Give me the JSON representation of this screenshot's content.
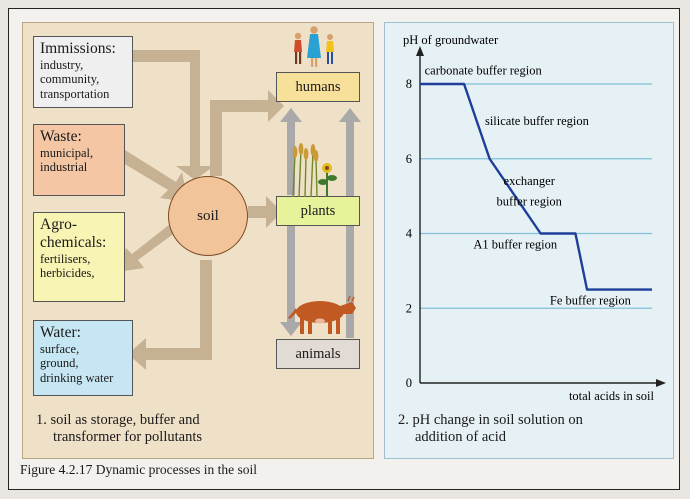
{
  "left_panel": {
    "boxes": {
      "immissions": {
        "title": "Immissions:",
        "lines": [
          "industry,",
          "community,",
          "transportation"
        ],
        "color": "#efeff0"
      },
      "waste": {
        "title": "Waste:",
        "lines": [
          "municipal,",
          "industrial"
        ],
        "color": "#f4c6a4"
      },
      "agro": {
        "title_lines": [
          "Agro-",
          "chemicals:"
        ],
        "lines": [
          "fertilisers,",
          "herbicides,"
        ],
        "color": "#f8f4b3"
      },
      "water": {
        "title": "Water:",
        "lines": [
          "surface,",
          "ground,",
          "drinking water"
        ],
        "color": "#c6e6f3"
      }
    },
    "soil_label": "soil",
    "targets": {
      "humans": "humans",
      "plants": "plants",
      "animals": "animals"
    },
    "caption_lines": [
      "1. soil as storage, buffer and",
      "transformer for pollutants"
    ]
  },
  "right_panel": {
    "caption_lines": [
      "2. pH change in soil solution on",
      "addition of acid"
    ]
  },
  "chart_data": {
    "type": "line",
    "ylabel": "pH of groundwater",
    "xlabel": "total acids in soil",
    "ylim": [
      0,
      8
    ],
    "yticks": [
      0,
      2,
      4,
      6,
      8
    ],
    "grid": true,
    "series": [
      {
        "x": [
          0,
          0.19,
          0.3,
          0.52,
          0.67,
          0.72,
          1.0
        ],
        "values": [
          8,
          8,
          6,
          4,
          4,
          2.5,
          2.5
        ]
      }
    ],
    "annotations": [
      {
        "text": "carbonate buffer region",
        "x": 0.02,
        "y": 8.25
      },
      {
        "text": "silicate buffer region",
        "x": 0.28,
        "y": 6.9
      },
      {
        "text": "exchanger",
        "x": 0.36,
        "y": 5.3
      },
      {
        "text": "buffer region",
        "x": 0.33,
        "y": 4.75
      },
      {
        "text": "A1 buffer region",
        "x": 0.23,
        "y": 3.6
      },
      {
        "text": "Fe buffer region",
        "x": 0.56,
        "y": 2.1
      }
    ],
    "line_color": "#1d3f9a",
    "grid_color": "#7fbfd7"
  },
  "figure_caption": "Figure 4.2.17 Dynamic processes in the soil"
}
